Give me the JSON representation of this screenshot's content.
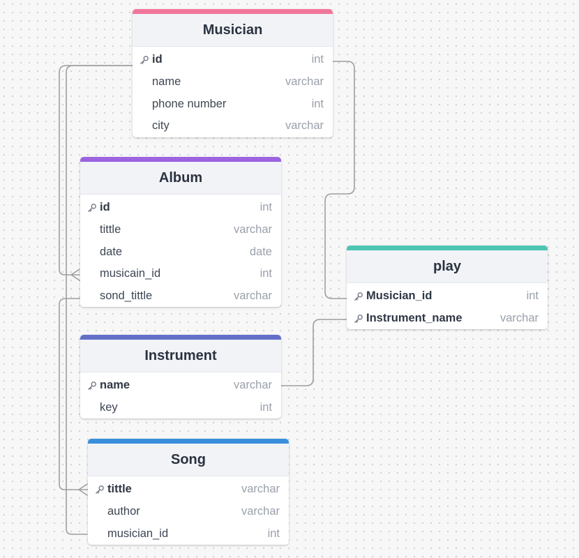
{
  "diagram": {
    "canvas_style": "dotted-grid",
    "tables": [
      {
        "id": "musician",
        "title": "Musician",
        "accent": "#f2769b",
        "columns": [
          {
            "name": "id",
            "type": "int",
            "pk": true
          },
          {
            "name": "name",
            "type": "varchar",
            "pk": false
          },
          {
            "name": "phone number",
            "type": "int",
            "pk": false
          },
          {
            "name": "city",
            "type": "varchar",
            "pk": false
          }
        ]
      },
      {
        "id": "album",
        "title": "Album",
        "accent": "#9b63e0",
        "columns": [
          {
            "name": "id",
            "type": "int",
            "pk": true
          },
          {
            "name": "tittle",
            "type": "varchar",
            "pk": false
          },
          {
            "name": "date",
            "type": "date",
            "pk": false
          },
          {
            "name": "musicain_id",
            "type": "int",
            "pk": false
          },
          {
            "name": "sond_tittle",
            "type": "varchar",
            "pk": false
          }
        ]
      },
      {
        "id": "instrument",
        "title": "Instrument",
        "accent": "#6470c8",
        "columns": [
          {
            "name": "name",
            "type": "varchar",
            "pk": true
          },
          {
            "name": "key",
            "type": "int",
            "pk": false
          }
        ]
      },
      {
        "id": "song",
        "title": "Song",
        "accent": "#3a8fdc",
        "columns": [
          {
            "name": "tittle",
            "type": "varchar",
            "pk": true
          },
          {
            "name": "author",
            "type": "varchar",
            "pk": false
          },
          {
            "name": "musician_id",
            "type": "int",
            "pk": false
          }
        ]
      },
      {
        "id": "play",
        "title": "play",
        "accent": "#4ec5b2",
        "columns": [
          {
            "name": "Musician_id",
            "type": "int",
            "pk": true
          },
          {
            "name": "Instrument_name",
            "type": "varchar",
            "pk": true
          }
        ]
      }
    ],
    "relationships": [
      {
        "from": "Musician.id",
        "to": "Album.musicain_id",
        "to_cardinality": "many"
      },
      {
        "from": "Musician.id",
        "to": "Song.musician_id",
        "to_cardinality": "one"
      },
      {
        "from": "Musician.id",
        "to": "play.Musician_id",
        "to_cardinality": "one"
      },
      {
        "from": "Album.sond_tittle",
        "to": "Song.tittle",
        "to_cardinality": "many"
      },
      {
        "from": "Instrument.name",
        "to": "play.Instrument_name",
        "to_cardinality": "one"
      }
    ],
    "icons": {
      "primary_key": "key-icon"
    },
    "colors": {
      "connector": "#9e9e9e"
    }
  }
}
